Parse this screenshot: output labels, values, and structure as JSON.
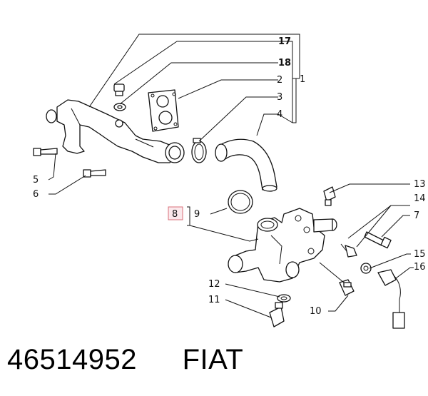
{
  "callouts": {
    "c1": "1",
    "c2": "2",
    "c3": "3",
    "c4": "4",
    "c5": "5",
    "c6": "6",
    "c7": "7",
    "c8": "8",
    "c9": "9",
    "c10": "10",
    "c11": "11",
    "c12": "12",
    "c13": "13",
    "c14": "14",
    "c15": "15",
    "c16": "16",
    "c17": "17",
    "c18": "18"
  },
  "footer": {
    "part_number": "46514952",
    "brand": "FIAT"
  },
  "colors": {
    "line": "#111111",
    "highlight_box": "#d9707a",
    "background": "#ffffff"
  }
}
